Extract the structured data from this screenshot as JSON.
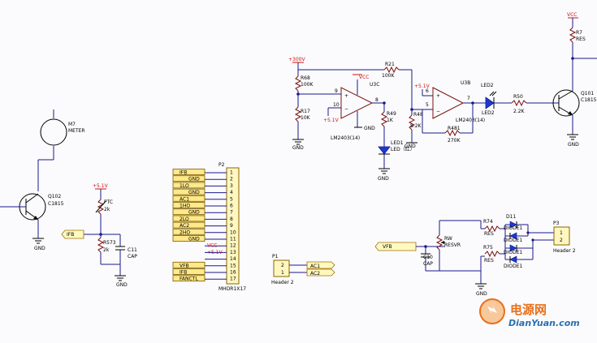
{
  "nets": {
    "v300": "+300V",
    "v51": "+5.1V",
    "vcc": "VCC",
    "vfb": "VFB",
    "ifb": "IFB",
    "gnd": "GND",
    "ac1": "AC1",
    "ac2": "AC2"
  },
  "components": {
    "m7": {
      "ref": "M7",
      "value": "METER"
    },
    "q102": {
      "ref": "Q102",
      "value": "C1815"
    },
    "q101": {
      "ref": "Q101",
      "value": "C1815"
    },
    "ptc": {
      "ref": "PTC",
      "value": "2k"
    },
    "r573": {
      "ref": "R573",
      "value": "2k"
    },
    "c11": {
      "ref": "C11",
      "value": "CAP"
    },
    "r68": {
      "ref": "R68",
      "value": "100K"
    },
    "r17": {
      "ref": "R17",
      "value": "10K"
    },
    "r21": {
      "ref": "R21",
      "value": "100K"
    },
    "r49": {
      "ref": "R49",
      "value": "1K"
    },
    "r48": {
      "ref": "R48",
      "value": "8.2K"
    },
    "r481": {
      "ref": "R481",
      "value": "270K"
    },
    "r50": {
      "ref": "R50",
      "value": "2.2K"
    },
    "r7": {
      "ref": "R7",
      "value": "RES"
    },
    "u3c": {
      "ref": "U3C",
      "value": "LM2403(14)"
    },
    "u3b": {
      "ref": "U3B",
      "value": "LM2403(14)"
    },
    "led1": {
      "ref": "LED1",
      "value": "LED（红）"
    },
    "led2": {
      "ref": "LED2",
      "value": "LED2"
    },
    "rw": {
      "ref": "RW",
      "value": "RESVR"
    },
    "c10": {
      "ref": "C10",
      "value": "CAP"
    },
    "r74": {
      "ref": "R74",
      "value": "RES"
    },
    "r75": {
      "ref": "R75",
      "value": "RES"
    },
    "d11": {
      "ref": "D11",
      "value": "DIODE1"
    },
    "d_a": {
      "value": "DIODE1"
    },
    "d_b": {
      "value": "DIODE1"
    },
    "d_c": {
      "value": "DIODE1"
    }
  },
  "u3c_pins": {
    "p9": "9",
    "p10": "10",
    "p8": "8"
  },
  "u3b_pins": {
    "p6": "6",
    "p5": "5",
    "p7": "7"
  },
  "p2": {
    "ref": "P2",
    "name": "MHDR1X17",
    "rows": [
      {
        "pin": "1",
        "net": "IFB"
      },
      {
        "pin": "2",
        "net": "GND"
      },
      {
        "pin": "3",
        "net": "1LO"
      },
      {
        "pin": "4",
        "net": "GND"
      },
      {
        "pin": "5",
        "net": "AC1"
      },
      {
        "pin": "6",
        "net": "1HO"
      },
      {
        "pin": "7",
        "net": "GND"
      },
      {
        "pin": "8",
        "net": "2LO"
      },
      {
        "pin": "9",
        "net": "AC2"
      },
      {
        "pin": "10",
        "net": "2HO"
      },
      {
        "pin": "11",
        "net": "GND"
      },
      {
        "pin": "12",
        "net": "VCC"
      },
      {
        "pin": "13",
        "net": "+5.1V"
      },
      {
        "pin": "14",
        "net": ""
      },
      {
        "pin": "15",
        "net": "VFB"
      },
      {
        "pin": "16",
        "net": "IFB"
      },
      {
        "pin": "17",
        "net": "FANCTL"
      }
    ]
  },
  "p1": {
    "ref": "P1",
    "name": "Header 2",
    "pins": [
      "2",
      "1"
    ],
    "nets": [
      "AC1",
      "AC2"
    ]
  },
  "p3": {
    "ref": "P3",
    "name": "Header 2",
    "pins": [
      "1",
      "2"
    ]
  },
  "watermark": {
    "cn": "电源网",
    "en": "DianYuan.com"
  }
}
